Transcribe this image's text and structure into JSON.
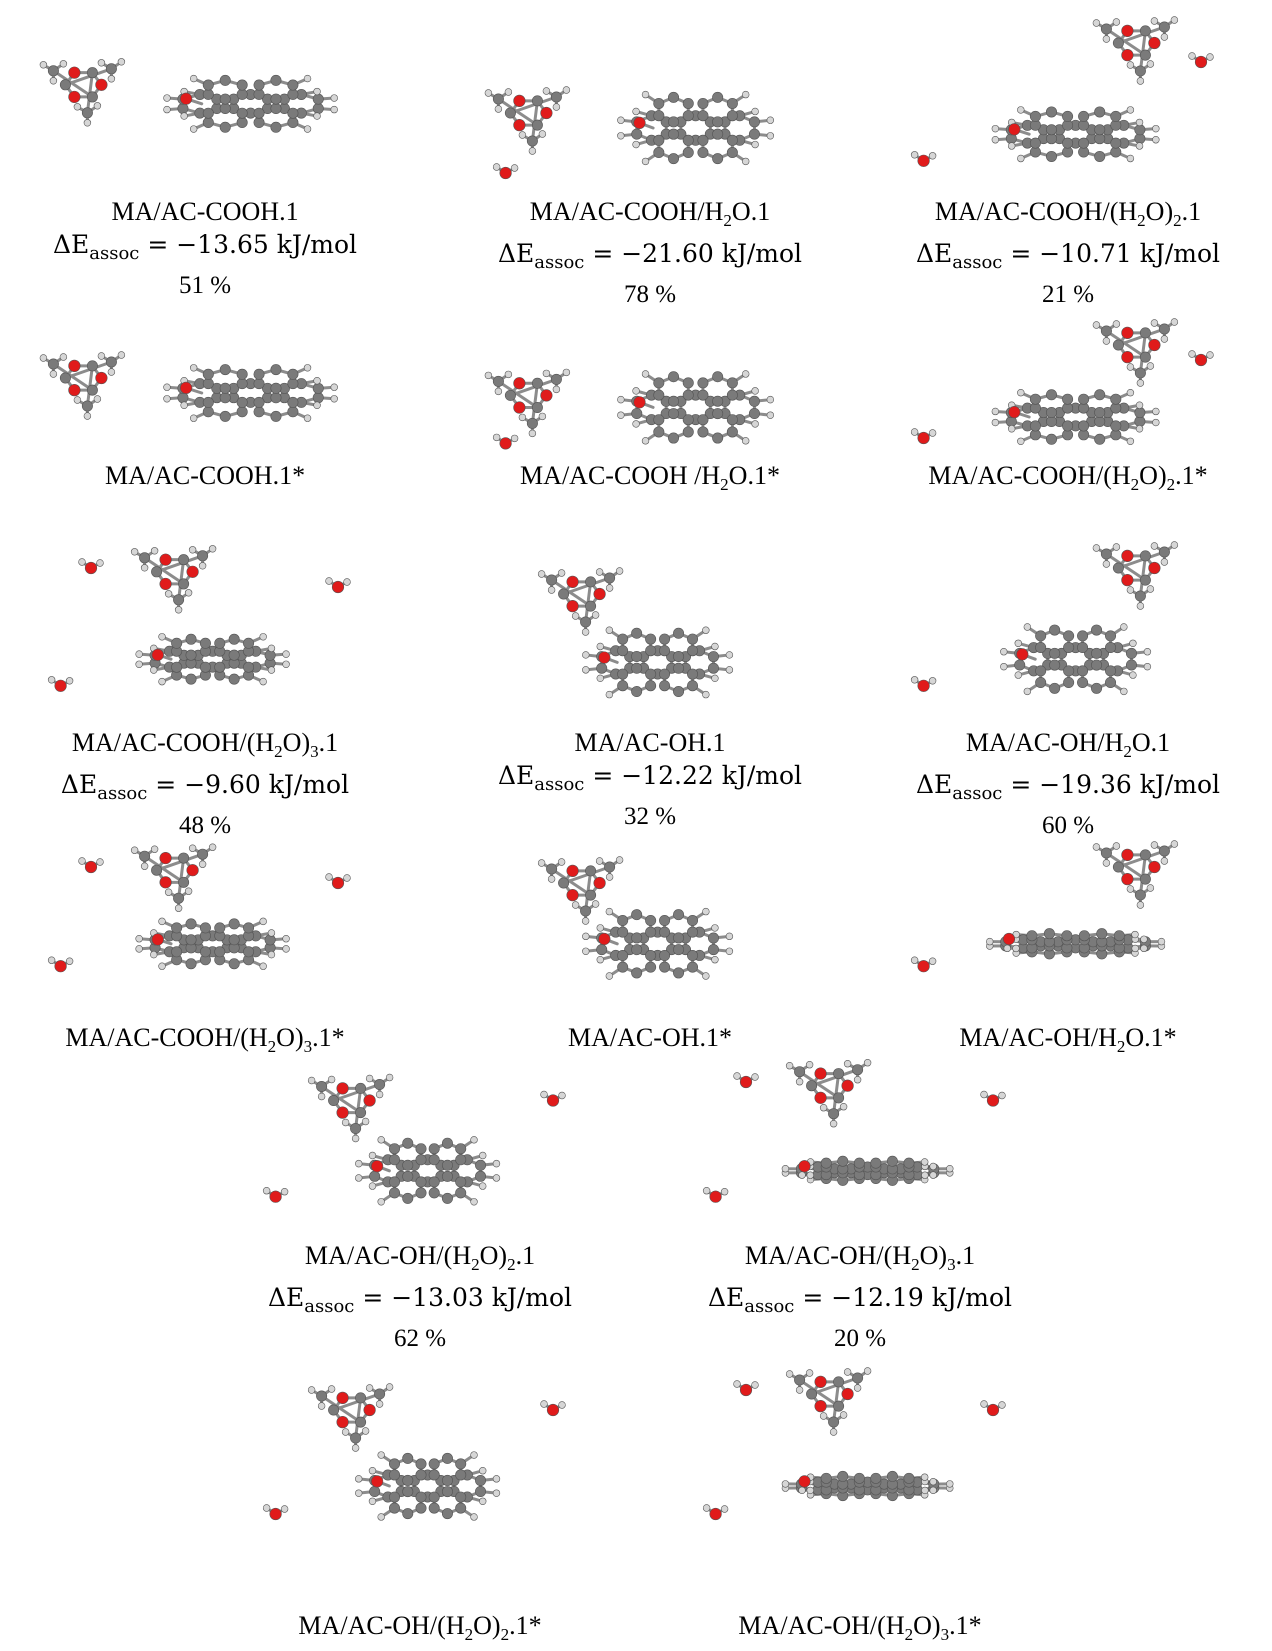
{
  "figure": {
    "structures": [
      {
        "label": "MA/AC-COOH.1",
        "delta_e_assoc": "−13.65 kJ/mol",
        "percent": "51 %"
      },
      {
        "label": "MA/AC-COOH/H₂O.1",
        "delta_e_assoc": "−21.60 kJ/mol",
        "percent": "78 %"
      },
      {
        "label": "MA/AC-COOH/(H₂O)₂.1",
        "delta_e_assoc": "−10.71 kJ/mol",
        "percent": "21 %"
      },
      {
        "label": "MA/AC-COOH.1*"
      },
      {
        "label": "MA/AC-COOH /H₂O.1*"
      },
      {
        "label": "MA/AC-COOH/(H₂O)₂.1*"
      },
      {
        "label": "MA/AC-COOH/(H₂O)₃.1",
        "delta_e_assoc": "−9.60 kJ/mol",
        "percent": "48 %"
      },
      {
        "label": "MA/AC-OH.1",
        "delta_e_assoc": "−12.22 kJ/mol",
        "percent": "32 %"
      },
      {
        "label": "MA/AC-OH/H₂O.1",
        "delta_e_assoc": "−19.36 kJ/mol",
        "percent": "60 %"
      },
      {
        "label": "MA/AC-COOH/(H₂O)₃.1*"
      },
      {
        "label": "MA/AC-OH.1*"
      },
      {
        "label": "MA/AC-OH/H₂O.1*"
      },
      {
        "label": "MA/AC-OH/(H₂O)₂.1",
        "delta_e_assoc": "−13.03 kJ/mol",
        "percent": "62 %"
      },
      {
        "label": "MA/AC-OH/(H₂O)₃.1",
        "delta_e_assoc": "−12.19 kJ/mol",
        "percent": "20 %"
      },
      {
        "label": "MA/AC-OH/(H₂O)₂.1*"
      },
      {
        "label": "MA/AC-OH/(H₂O)₃.1*"
      }
    ],
    "energy_symbol": "ΔE",
    "energy_subscript": "assoc",
    "energy_equals": " = "
  },
  "colors": {
    "carbon": "#7a7a7a",
    "oxygen": "#e01b1b",
    "hydrogen": "#d6d6d6",
    "bond": "#8c8c8c"
  }
}
